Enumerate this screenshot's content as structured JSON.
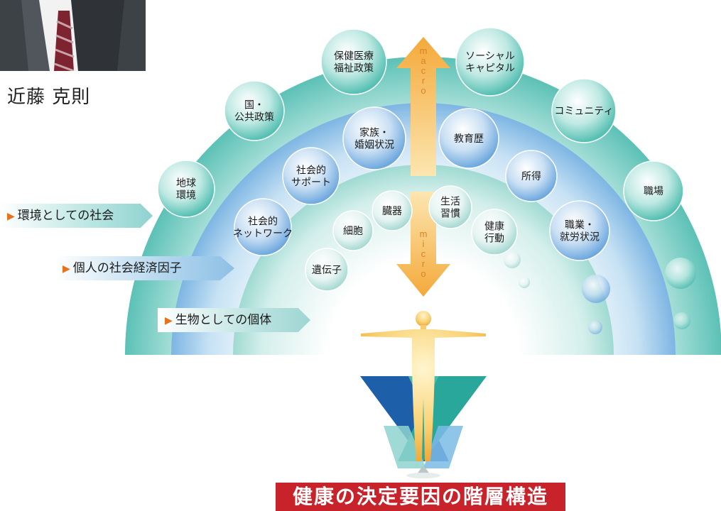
{
  "person": {
    "name": "近藤 克則"
  },
  "arrows": {
    "macro": "macro",
    "micro": "micro"
  },
  "tags": {
    "environment": "環境としての社会",
    "socioeconomic": "個人の社会経済因子",
    "biological": "生物としての個体"
  },
  "outer_circles": {
    "earth": "地球\n環境",
    "national": "国・\n公共政策",
    "health_policy": "保健医療\n福祉政策",
    "social_capital": "ソーシャル\nキャピタル",
    "community": "コミュニティ",
    "workplace": "職場"
  },
  "middle_circles": {
    "network": "社会的\nネットワーク",
    "support": "社会的\nサポート",
    "family": "家族・\n婚姻状況",
    "education": "教育歴",
    "income": "所得",
    "occupation": "職業・\n就労状況"
  },
  "inner_circles": {
    "genes": "遺伝子",
    "cells": "細胞",
    "organs": "臓器",
    "lifestyle": "生活\n習慣",
    "behavior": "健康\n行動"
  },
  "caption": "健康の決定要因の階層構造",
  "colors": {
    "outer_ring": "#7fcfc7",
    "middle_ring": "#8ec6ea",
    "inner_ring": "#bfe6e0",
    "arrow": "#f6b94a",
    "caption_bg": "#c8232b",
    "tag_marker": "#e8721c"
  }
}
